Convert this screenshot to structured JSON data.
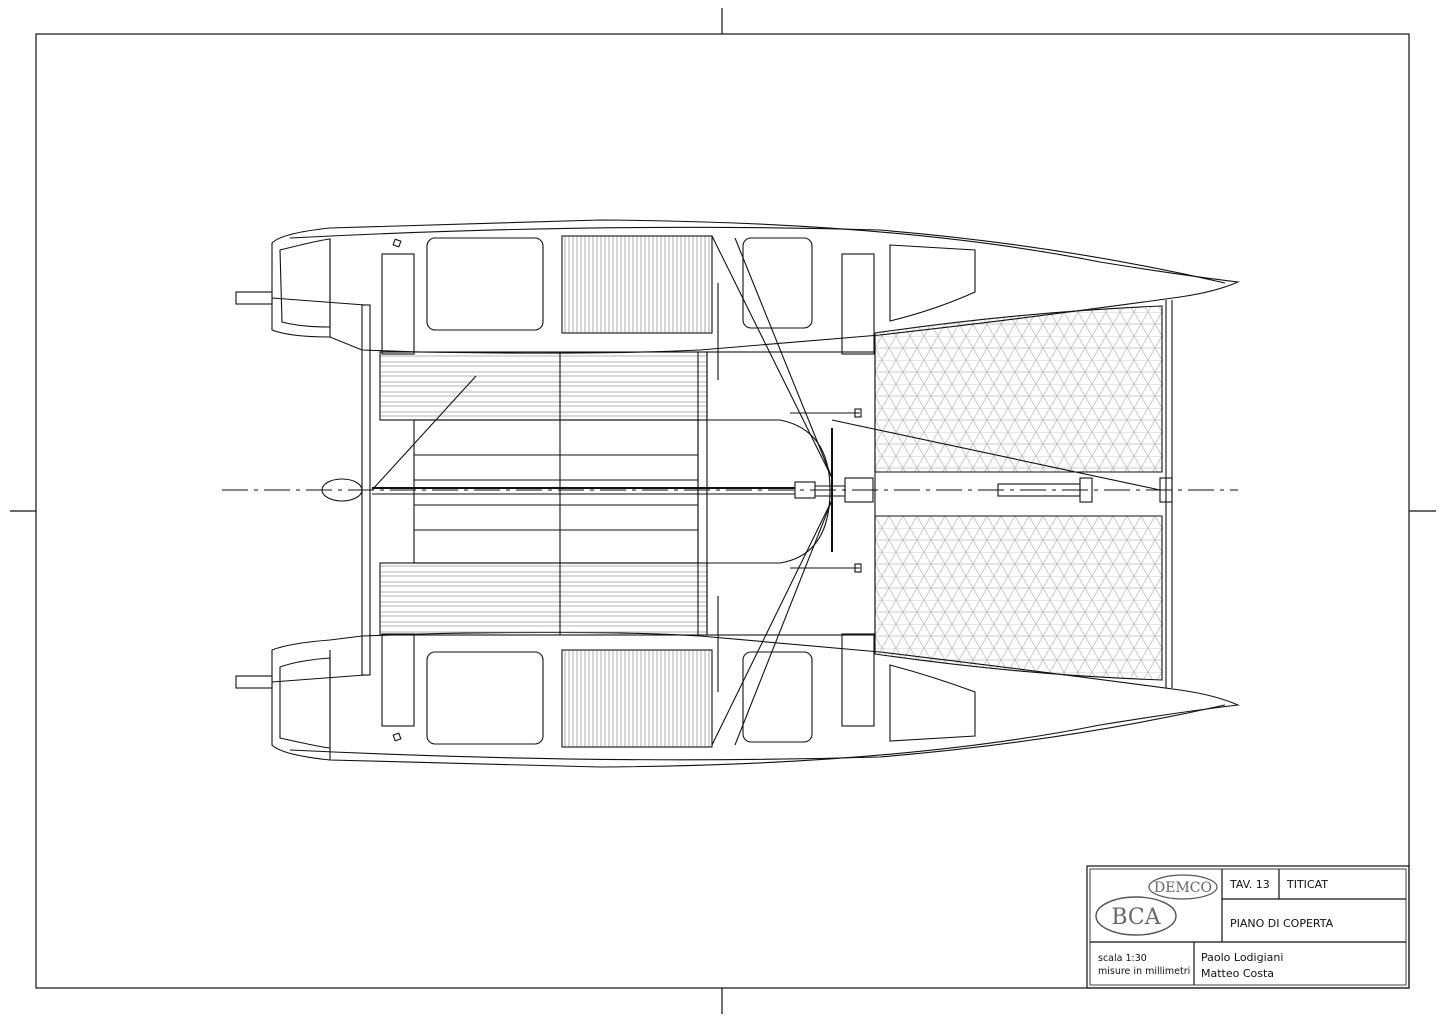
{
  "title_block": {
    "sheet_number": "TAV. 13",
    "project_name": "TITICAT",
    "drawing_title": "PIANO DI COPERTA",
    "scale": "scala 1:30",
    "units": "misure in millimetri",
    "author_1": "Paolo Lodigiani",
    "author_2": "Matteo Costa",
    "logo_text_1": "DEMCO",
    "logo_text_2": "BCA"
  },
  "colors": {
    "line": "#111111",
    "hatch": "#bdbdbd"
  }
}
